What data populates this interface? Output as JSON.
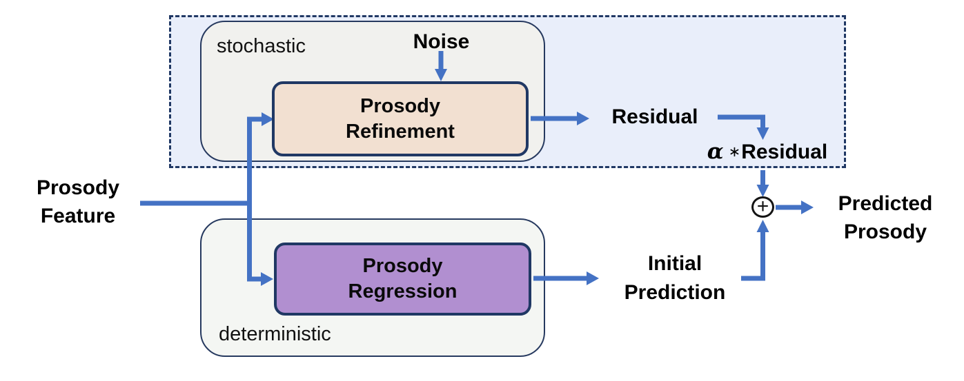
{
  "colors": {
    "arrow_blue": "#4472c4",
    "border_navy": "#203864",
    "stochastic_region_fill": "#e9eefa",
    "stochastic_inner_fill": "#f1f1ee",
    "deterministic_fill": "#f4f6f3",
    "refinement_fill": "#f2e0d1",
    "regression_fill": "#b18fd0",
    "text_black": "#000000"
  },
  "regions": {
    "stochastic": {
      "label": "stochastic"
    },
    "deterministic": {
      "label": "deterministic"
    }
  },
  "nodes": {
    "prosody_refinement": {
      "line1": "Prosody",
      "line2": "Refinement"
    },
    "prosody_regression": {
      "line1": "Prosody",
      "line2": "Regression"
    },
    "adder": {
      "symbol": "+",
      "icon": "plus-in-circle-icon"
    }
  },
  "io_labels": {
    "noise": {
      "label": "Noise"
    },
    "prosody_feature": {
      "line1": "Prosody",
      "line2": "Feature"
    },
    "residual": {
      "label": "Residual"
    },
    "scaled_residual": {
      "alpha": "α",
      "operator": "∗",
      "label": "Residual"
    },
    "initial_prediction": {
      "line1": "Initial",
      "line2": "Prediction"
    },
    "predicted_prosody": {
      "line1": "Predicted",
      "line2": "Prosody"
    }
  }
}
